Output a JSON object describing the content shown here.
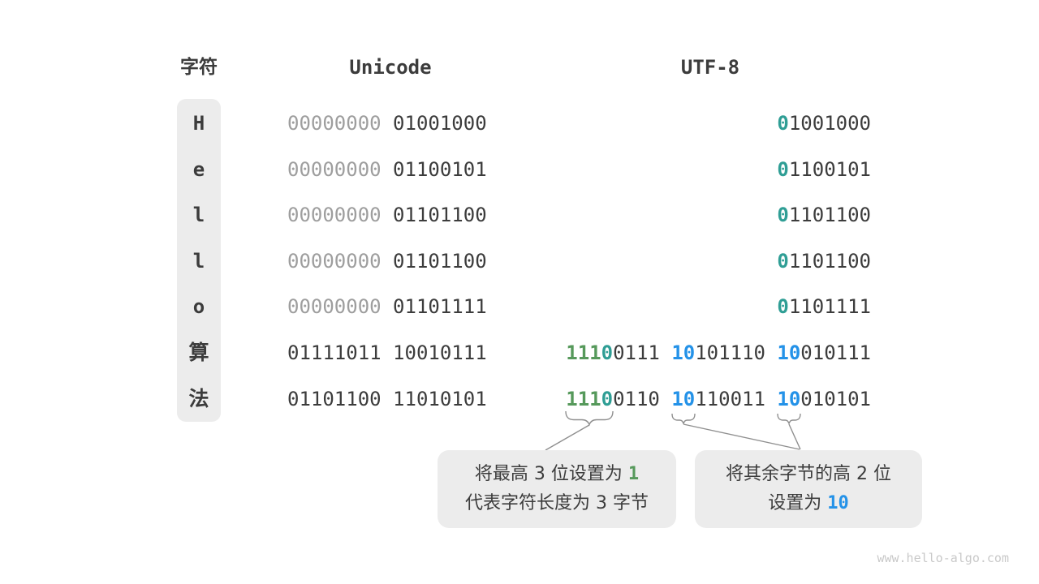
{
  "header": {
    "char_label": "字符",
    "unicode_label": "Unicode",
    "utf8_label": "UTF-8"
  },
  "rows": [
    {
      "char": "H",
      "u_high": "00000000",
      "u_low": "01001000",
      "b1_first": "0",
      "b1_rest": "1001000"
    },
    {
      "char": "e",
      "u_high": "00000000",
      "u_low": "01100101",
      "b1_first": "0",
      "b1_rest": "1100101"
    },
    {
      "char": "l",
      "u_high": "00000000",
      "u_low": "01101100",
      "b1_first": "0",
      "b1_rest": "1101100"
    },
    {
      "char": "l",
      "u_high": "00000000",
      "u_low": "01101100",
      "b1_first": "0",
      "b1_rest": "1101100"
    },
    {
      "char": "o",
      "u_high": "00000000",
      "u_low": "01101111",
      "b1_first": "0",
      "b1_rest": "1101111"
    },
    {
      "char": "算",
      "u_high": "01111011",
      "u_low": "10010111",
      "b1_lead": "111",
      "b1_zero": "0",
      "b1_rest": "0111",
      "b2_prefix": "10",
      "b2_rest": "101110",
      "b3_prefix": "10",
      "b3_rest": "010111"
    },
    {
      "char": "法",
      "u_high": "01101100",
      "u_low": "11010101",
      "b1_lead": "111",
      "b1_zero": "0",
      "b1_rest": "0110",
      "b2_prefix": "10",
      "b2_rest": "110011",
      "b3_prefix": "10",
      "b3_rest": "010101"
    }
  ],
  "callout_left": {
    "line1_prefix": "将最高 3 位设置为 ",
    "line1_highlight": "1",
    "line2": "代表字符长度为 3 字节"
  },
  "callout_right": {
    "line1": "将其余字节的高 2 位",
    "line2_prefix": "设置为 ",
    "line2_highlight": "10"
  },
  "watermark": "www.hello-algo.com",
  "colors": {
    "leading_one_green": "#56995b",
    "terminator_zero_teal": "#2f9e95",
    "continuation_blue": "#2492e8",
    "text_dark": "#3c3c3c",
    "muted_gray": "#9e9e9e",
    "box_bg": "#ececec"
  }
}
